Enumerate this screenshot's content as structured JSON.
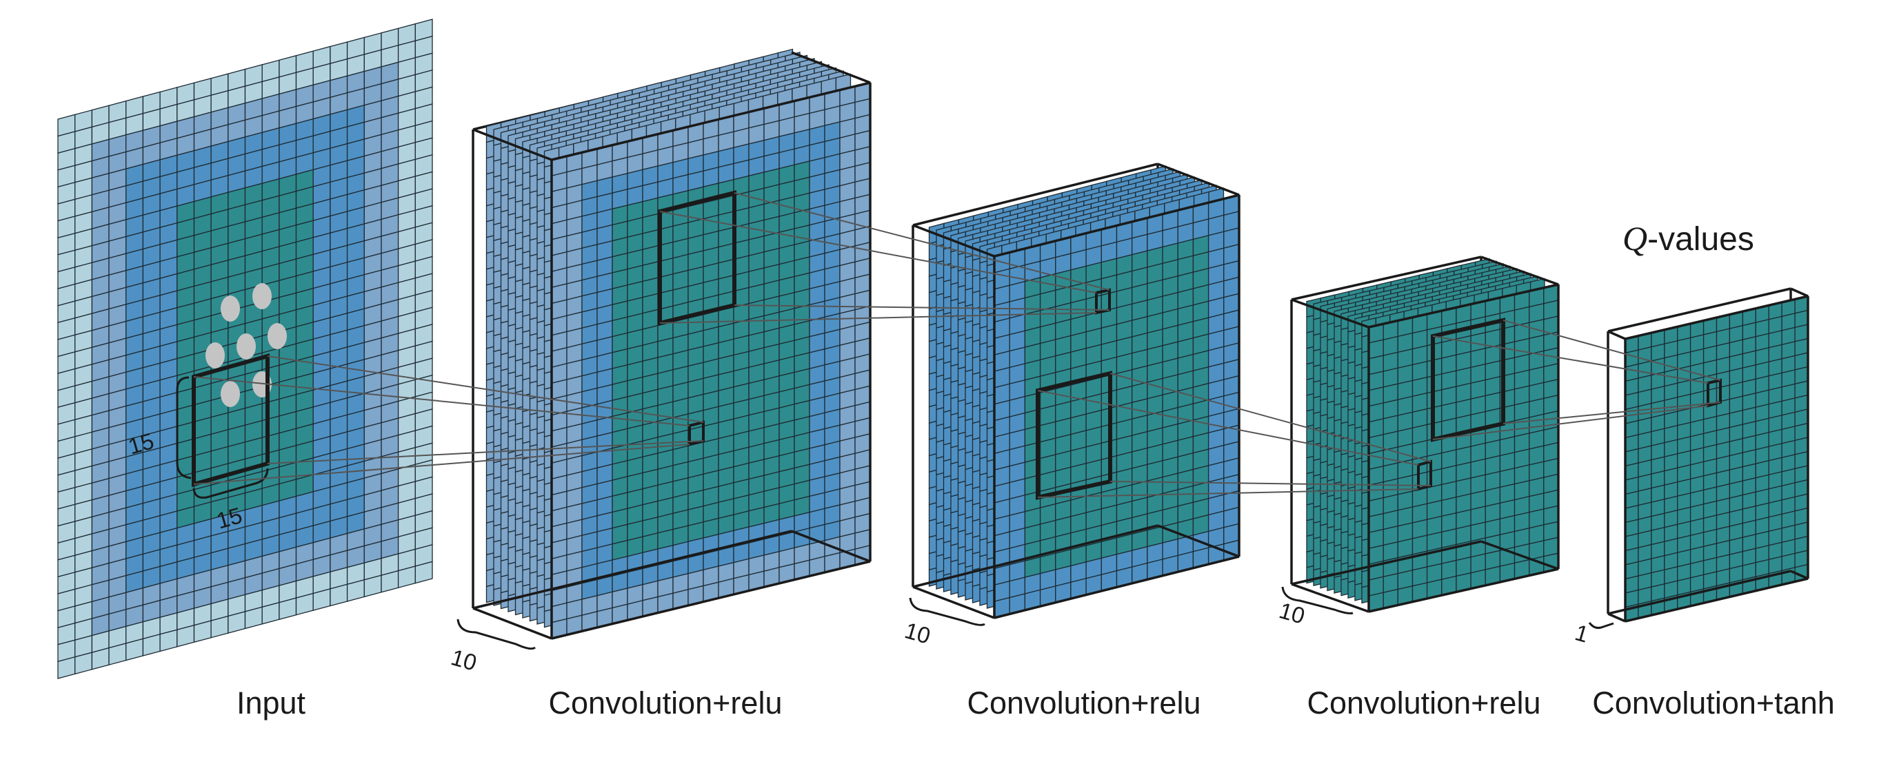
{
  "diagram": {
    "colors": {
      "light": "#b2d3de",
      "mid": "#7fa6cb",
      "blue": "#4f91c4",
      "teal": "#2e8c8e",
      "grid_line": "#1e2a33",
      "box_edge": "#1a1a1a",
      "dot": "#c4c4c4",
      "connector": "#555555"
    },
    "captions": {
      "input": "Input",
      "conv1": "Convolution+relu",
      "conv2": "Convolution+relu",
      "conv3": "Convolution+relu",
      "conv4": "Convolution+tanh"
    },
    "output_label": {
      "symbol": "Q",
      "suffix": "-values"
    },
    "dimensions": {
      "kernel_h": "15",
      "kernel_w": "15",
      "depth1": "10",
      "depth2": "10",
      "depth3": "10",
      "depth4": "1"
    }
  }
}
